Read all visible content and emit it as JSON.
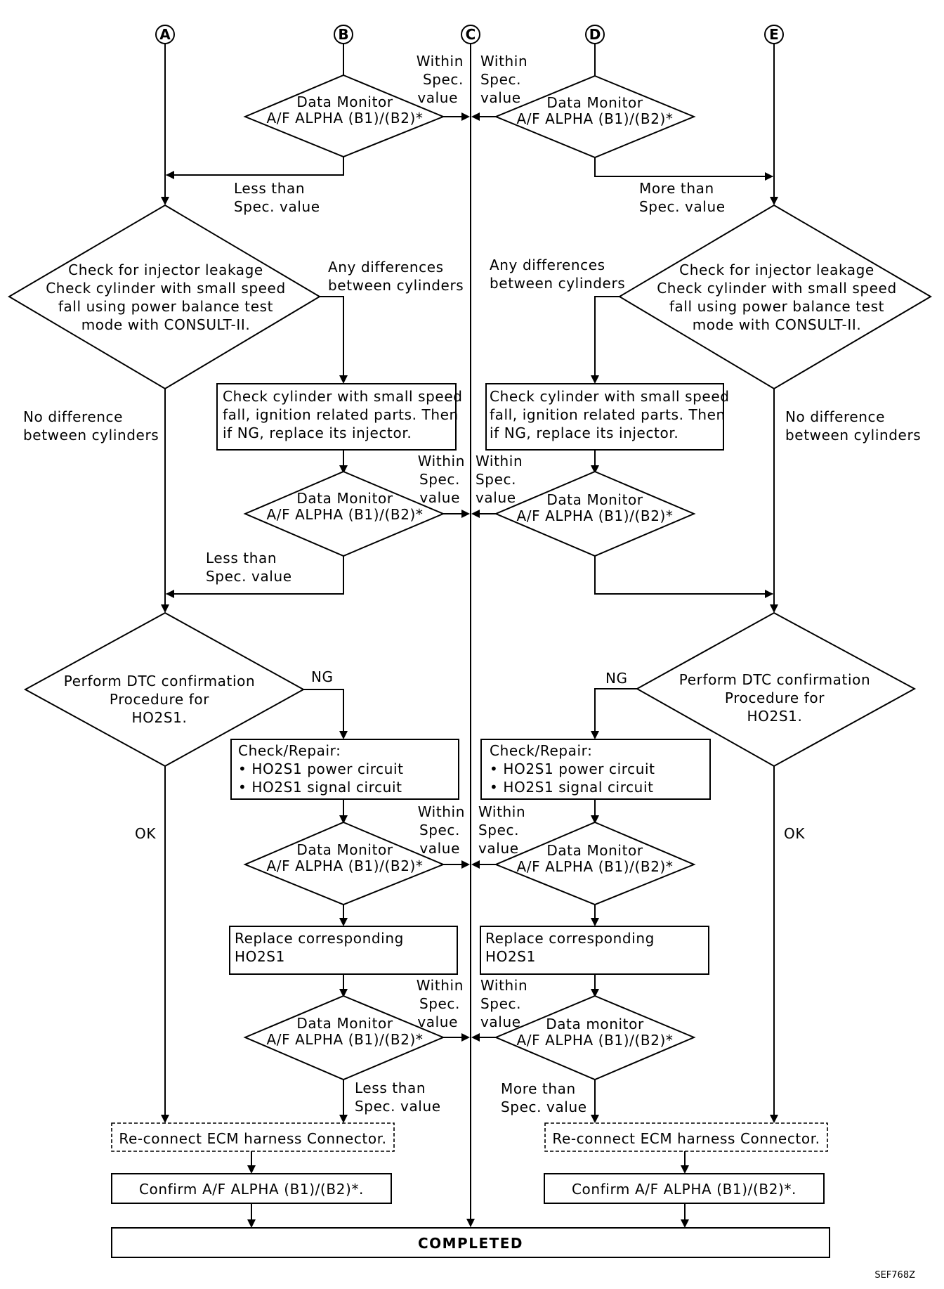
{
  "connectors": [
    "A",
    "B",
    "C",
    "D",
    "E"
  ],
  "dm": [
    "Data Monitor",
    "A/F ALPHA (B1)/(B2)*"
  ],
  "dm_lower": [
    "Data monitor",
    "A/F ALPHA (B1)/(B2)*"
  ],
  "within": [
    "Within",
    "Spec.",
    "value"
  ],
  "less": [
    "Less than",
    "Spec. value"
  ],
  "more": [
    "More than",
    "Spec. value"
  ],
  "more3": [
    "More than",
    "Spec. value"
  ],
  "inj": [
    "Check for injector leakage",
    "Check cylinder with small speed",
    "fall using power balance test",
    "mode with CONSULT-II."
  ],
  "anydiff": [
    "Any differences",
    "between cylinders"
  ],
  "nodiff": [
    "No difference",
    "between cylinders"
  ],
  "ign": [
    "Check cylinder with small speed",
    "fall, ignition related parts. Then",
    "if NG, replace its injector."
  ],
  "dtc": [
    "Perform DTC confirmation",
    "Procedure for",
    "HO2S1."
  ],
  "ng": "NG",
  "ok": "OK",
  "repair": [
    "Check/Repair:",
    "• HO2S1 power circuit",
    "• HO2S1 signal circuit"
  ],
  "replace": [
    "Replace corresponding",
    "HO2S1"
  ],
  "reconnect": "Re-connect ECM harness Connector.",
  "confirm": "Confirm A/F ALPHA (B1)/(B2)*.",
  "completed": "COMPLETED",
  "code": "SEF768Z"
}
